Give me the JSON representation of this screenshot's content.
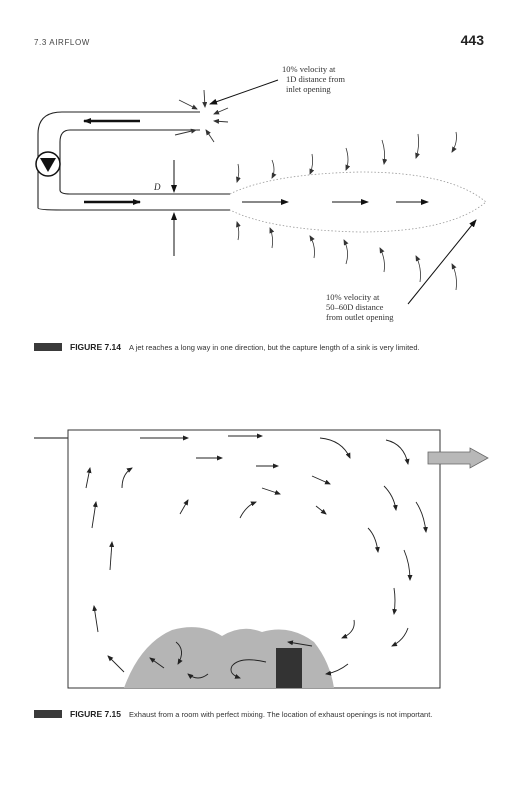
{
  "header": {
    "running_head": "7.3 AIRFLOW",
    "page_number": "443"
  },
  "figure_7_14": {
    "annotation_inlet": [
      "10% velocity at",
      "1D distance from",
      "inlet opening"
    ],
    "dimension_label": "D",
    "annotation_outlet": [
      "10% velocity at",
      "50–60D distance",
      "from outlet opening"
    ],
    "caption_label": "FIGURE 7.14",
    "caption_text": "A jet reaches a long way in one direction, but the capture length of a sink is very limited."
  },
  "figure_7_15": {
    "caption_label": "FIGURE 7.15",
    "caption_text": "Exhaust from a room with perfect mixing. The location of exhaust openings is not important."
  }
}
